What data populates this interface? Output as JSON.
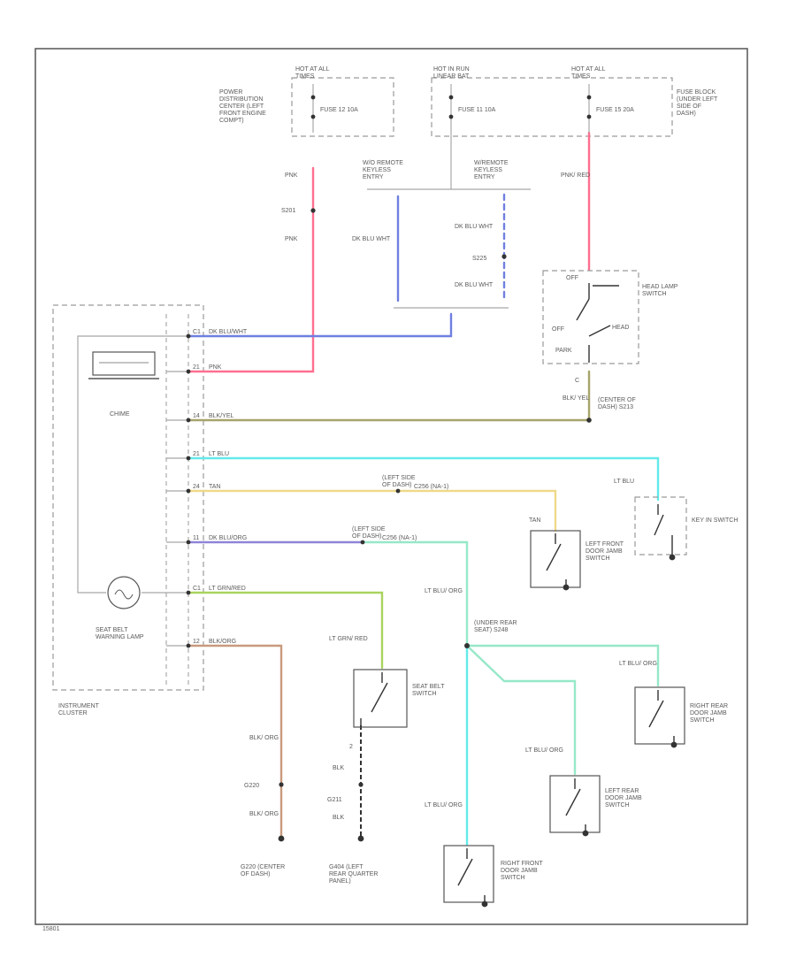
{
  "labels": {
    "hot_at_all_times_1": "HOT AT ALL TIMES",
    "pdc": "POWER DISTRIBUTION CENTER (LEFT FRONT ENGINE COMPT)",
    "fuse12": "FUSE 12 10A",
    "hot_in_run": "HOT IN RUN LINEAR BAT",
    "fuse11": "FUSE 11 10A",
    "hot_at_all_times_2": "HOT AT ALL TIMES",
    "fuse15": "FUSE 15 20A",
    "fuse_block": "FUSE BLOCK (UNDER LEFT SIDE OF DASH)",
    "wo_keyless": "W/O REMOTE KEYLESS ENTRY",
    "w_keyless": "W/REMOTE KEYLESS ENTRY",
    "pnk_1": "PNK",
    "s201": "S201",
    "pnk_2": "PNK",
    "dkblu_wht_1": "DK BLU WHT",
    "dkblu_wht_2": "DK BLU WHT",
    "s225": "S225",
    "dkblu_wht_3": "DK BLU WHT",
    "pnk_red": "PNK/ RED",
    "off_top": "OFF",
    "headlamp_switch": "HEAD LAMP SWITCH",
    "off": "OFF",
    "head": "HEAD",
    "park": "PARK",
    "pin_c": "C",
    "blk_yel": "BLK/ YEL",
    "center_dash": "(CENTER OF DASH) S213",
    "chime": "CHIME",
    "w_dkblu_wht": "DK BLU/WHT",
    "w_pnk": "PNK",
    "w_blk_yel": "BLK/YEL",
    "w_ltblu": "LT BLU",
    "w_tan": "TAN",
    "left_side_dash_1": "(LEFT SIDE OF DASH)",
    "c_ln_1": "C256 (NA-1)",
    "w_dkblu_org": "DK BLU/ORG",
    "left_side_dash_2": "(LEFT SIDE OF DASH)",
    "c_ln_2": "C256 (NA-1)",
    "w_ltgrn_red": "LT GRN/RED",
    "w_blk_org": "BLK/ORG",
    "seat_belt_lamp": "SEAT BELT WARNING LAMP",
    "instrument_cluster": "INSTRUMENT CLUSTER",
    "lt_blu_key": "LT BLU",
    "key_in_switch": "KEY IN SWITCH",
    "tan_2": "TAN",
    "lf_door": "LEFT FRONT DOOR JAMB SWITCH",
    "ltblu_org_1": "LT BLU/ ORG",
    "under_rear_seat": "(UNDER REAR SEAT) S248",
    "ltgrn_red_2": "LT GRN/ RED",
    "seat_belt_switch": "SEAT BELT SWITCH",
    "ltblu_org_2": "LT BLU/ ORG",
    "rr_door": "RIGHT REAR DOOR JAMB SWITCH",
    "ltblu_org_3": "LT BLU/ ORG",
    "lr_door": "LEFT REAR DOOR JAMB SWITCH",
    "ltblu_org_4": "LT BLU/ ORG",
    "rf_door": "RIGHT FRONT DOOR JAMB SWITCH",
    "blk_org_1": "BLK/ ORG",
    "g220_1": "G220",
    "blk_org_2": "BLK/ ORG",
    "g220_label": "G220 (CENTER OF DASH)",
    "pin_2": "2",
    "blk_1": "BLK",
    "g211": "G211",
    "blk_2": "BLK",
    "g404": "G404 (LEFT REAR QUARTER PANEL)",
    "pin_c1": "C1",
    "pin_c2": "C1",
    "pin_14": "14",
    "pin_21a": "21",
    "pin_24": "24",
    "pin_11": "11",
    "pin_21b": "21",
    "pin_12": "12",
    "footer": "15801"
  },
  "colors": {
    "pink": "#ff6f8f",
    "blue": "#6f7fe0",
    "olive": "#a6a46a",
    "cyan": "#63eaea",
    "tan": "#efd98a",
    "purple": "#8f84d8",
    "green": "#a9d35e",
    "brown": "#c89a7c",
    "mint": "#96e8c8"
  }
}
